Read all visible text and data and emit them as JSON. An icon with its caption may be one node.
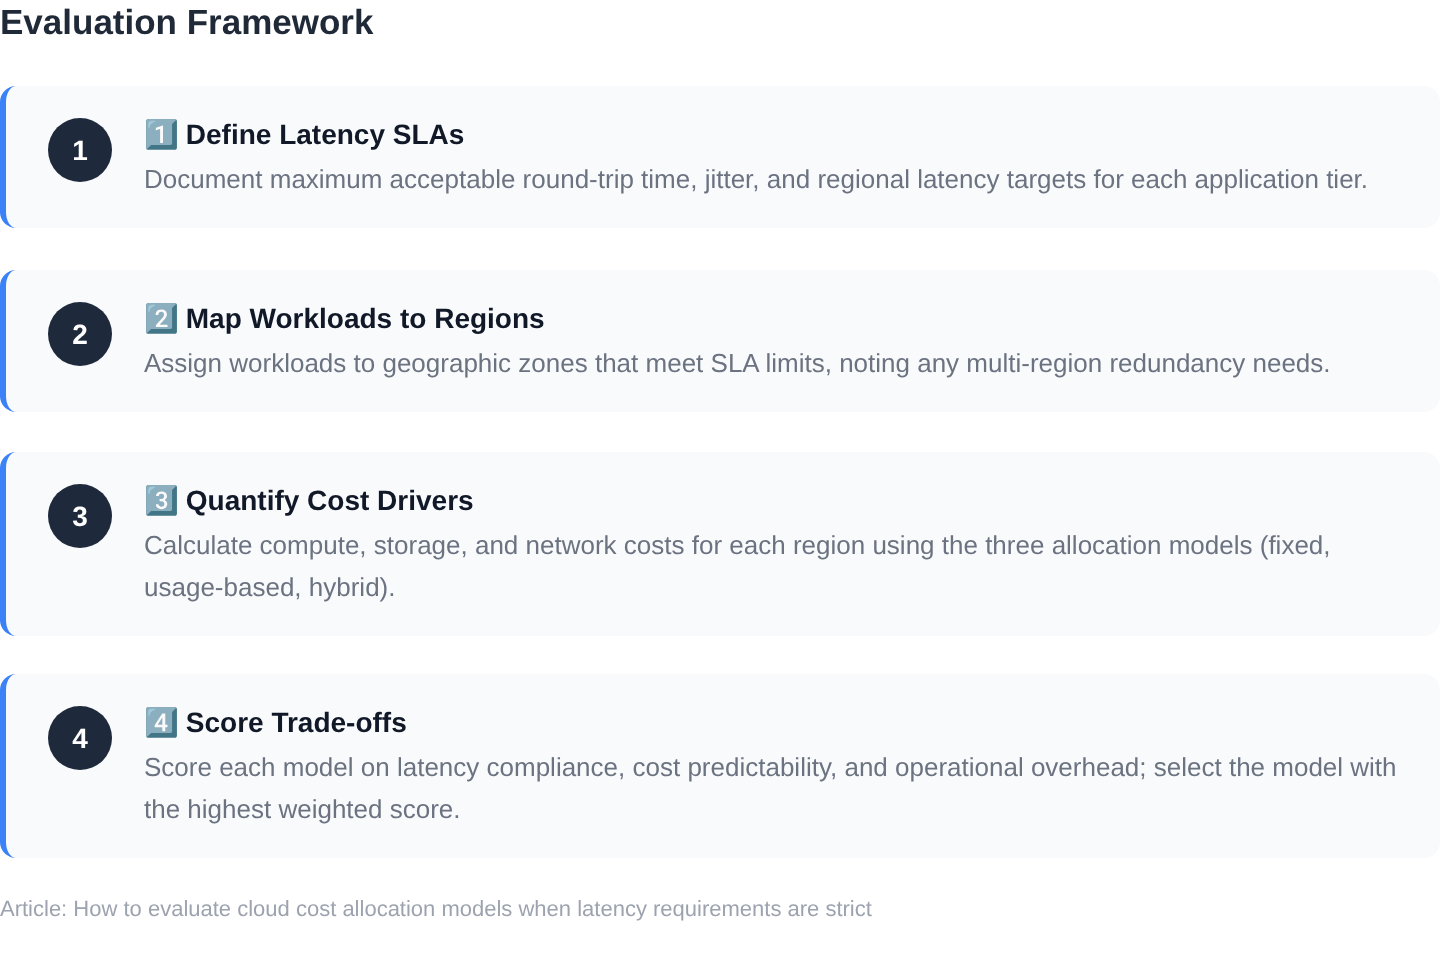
{
  "diagram": {
    "title": "Evaluation Framework",
    "nodes": [
      {
        "text": [
          "1️⃣ Define Latency SLAs",
          "Document maximum acceptable round-trip time, jitter, and regional latency targets for each application tier."
        ]
      },
      {
        "text": [
          "1"
        ],
        "in": 0
      },
      {
        "text": [
          "2️⃣ Map Workloads to Regions",
          "Assign workloads to geographic zones that meet SLA limits, noting any multi-region redundancy needs."
        ]
      },
      {
        "text": [
          "2"
        ],
        "in": 2
      },
      {
        "text": [
          "3️⃣ Quantify Cost Drivers",
          "Calculate compute, storage, and network costs for each region using the three allocation models (fixed, usage-based, hybrid)."
        ]
      },
      {
        "text": [
          "3"
        ],
        "in": 4
      },
      {
        "text": [
          "4️⃣ Score Trade-offs",
          "Score each model on latency compliance, cost predictability, and operational overhead; select the model with the highest weighted score."
        ]
      },
      {
        "text": [
          "4"
        ],
        "in": 6
      }
    ],
    "labels": [
      "Article: How to evaluate cloud cost allocation models when latency requirements are strict"
    ]
  }
}
